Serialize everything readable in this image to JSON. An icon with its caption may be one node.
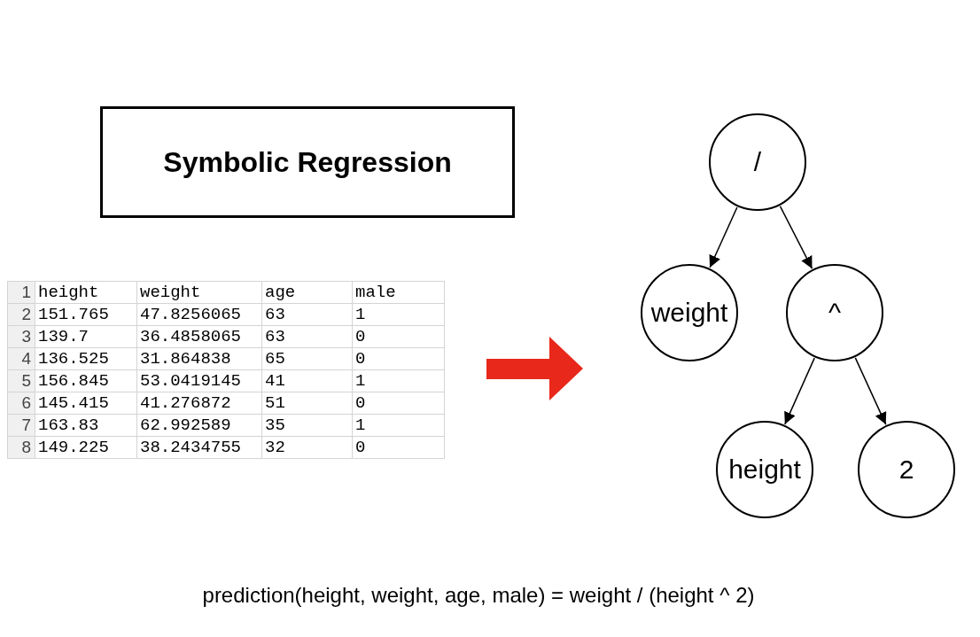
{
  "diagram": {
    "caption": "prediction(height, weight, age, male) = weight / (height ^ 2)",
    "nodes": [
      {
        "text": [
          "Symbolic Regression"
        ]
      },
      {
        "text": [
          "/"
        ]
      },
      {
        "text": [
          "weight"
        ]
      },
      {
        "text": [
          "^"
        ]
      },
      {
        "text": [
          "height"
        ]
      },
      {
        "text": [
          "2"
        ]
      }
    ],
    "edges": [
      {
        "from": 1,
        "to": 2,
        "arrow": "to"
      },
      {
        "from": 1,
        "to": 3,
        "arrow": "to"
      },
      {
        "from": 3,
        "to": 4,
        "arrow": "to"
      },
      {
        "from": 3,
        "to": 5,
        "arrow": "to"
      }
    ],
    "labels": [
      "1",
      "height",
      "weight",
      "age",
      "male",
      "2",
      "151.765",
      "47.8256065",
      "63",
      "1",
      "3",
      "139.7",
      "36.4858065",
      "63",
      "0",
      "4",
      "136.525",
      "31.864838",
      "65",
      "0",
      "5",
      "156.845",
      "53.0419145",
      "41",
      "1",
      "6",
      "145.415",
      "41.276872",
      "51",
      "0",
      "7",
      "163.83",
      "62.992589",
      "35",
      "1",
      "8",
      "149.225",
      "38.2434755",
      "32",
      "0"
    ]
  }
}
